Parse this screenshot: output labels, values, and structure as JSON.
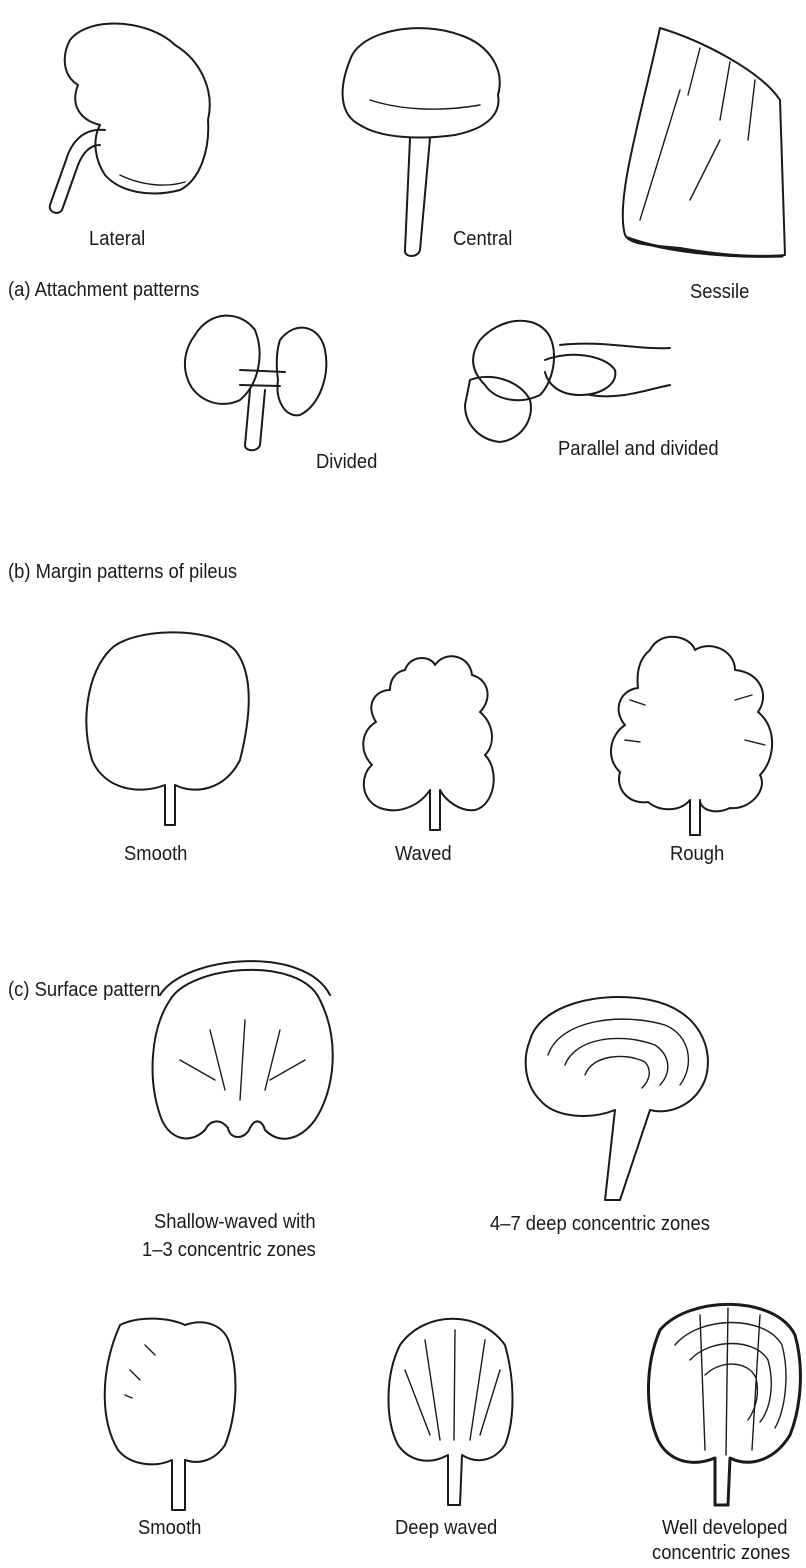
{
  "sections": {
    "a": {
      "heading": "(a)  Attachment patterns",
      "labels": [
        "Lateral",
        "Central",
        "Sessile"
      ]
    },
    "a2": {
      "labels": [
        "Divided",
        "Parallel and divided"
      ]
    },
    "b": {
      "heading": "(b)  Margin patterns of pileus",
      "labels": [
        "Smooth",
        "Waved",
        "Rough"
      ]
    },
    "c": {
      "heading": "(c)  Surface pattern",
      "row1": [
        "Shallow-waved with",
        "1–3 concentric zones",
        "4–7 deep concentric zones"
      ],
      "row2": [
        "Smooth",
        "Deep waved",
        "Well developed",
        "concentric zones"
      ]
    }
  }
}
